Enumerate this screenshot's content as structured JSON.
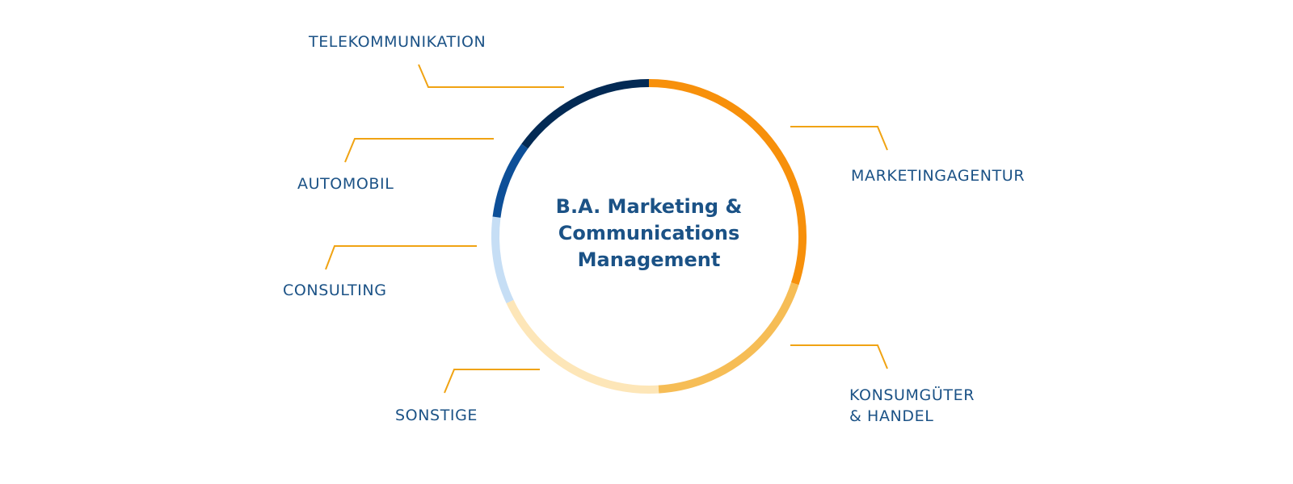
{
  "chart_data": {
    "type": "pie",
    "variant": "donut",
    "center_label": [
      "B.A. Marketing &",
      "Communications",
      "Management"
    ],
    "start_angle_deg": 0,
    "direction": "clockwise",
    "segments": [
      {
        "label": [
          "MARKETINGAGENTUR"
        ],
        "value": 30,
        "color": "#f7900b"
      },
      {
        "label": [
          "KONSUMGÜTER",
          "& HANDEL"
        ],
        "value": 19,
        "color": "#f6bd56"
      },
      {
        "label": [
          "SONSTIGE"
        ],
        "value": 19,
        "color": "#fde6b8"
      },
      {
        "label": [
          "CONSULTING"
        ],
        "value": 9,
        "color": "#c6def5"
      },
      {
        "label": [
          "AUTOMOBIL"
        ],
        "value": 8,
        "color": "#0d4f98"
      },
      {
        "label": [
          "TELEKOMMUNIKATION"
        ],
        "value": 15,
        "color": "#032a54"
      }
    ],
    "leader_color": "#f0a313",
    "text_color": "#1b5286",
    "legend": "none",
    "grid": false
  }
}
